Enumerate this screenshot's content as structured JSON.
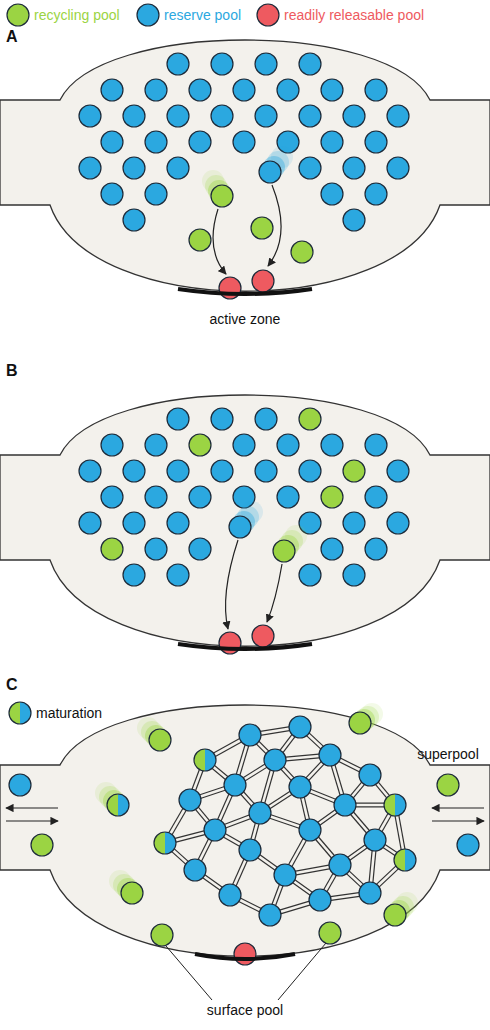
{
  "diagram": {
    "labels": [
      "A",
      "active zone",
      "B",
      "C",
      "superpool",
      "surface pool"
    ],
    "legend": [
      {
        "text": "recycling pool",
        "color": "#9bd443"
      },
      {
        "text": "reserve pool",
        "color": "#2ba8e0"
      },
      {
        "text": "readily releasable pool",
        "color": "#ee5a60"
      },
      {
        "text": "maturation"
      }
    ]
  }
}
